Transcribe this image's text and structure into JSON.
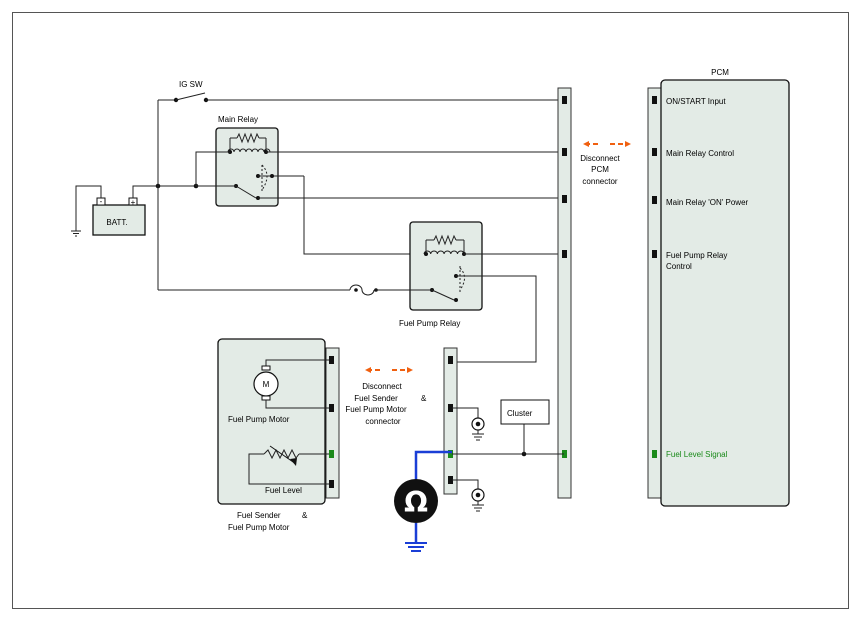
{
  "labels": {
    "ig_sw": "IG SW",
    "main_relay": "Main Relay",
    "batt": "BATT.",
    "batt_neg": "-",
    "batt_pos": "+",
    "pcm": "PCM",
    "disconnect_pcm_1": "Disconnect",
    "disconnect_pcm_2": "PCM",
    "disconnect_pcm_3": "connector",
    "fuel_pump_relay": "Fuel Pump Relay",
    "motor_m": "M",
    "fuel_pump_motor": "Fuel Pump Motor",
    "fuel_level": "Fuel Level",
    "disconnect_sender_1": "Disconnect",
    "disconnect_sender_2": "Fuel Sender",
    "disconnect_sender_amp": "&",
    "disconnect_sender_3": "Fuel Pump Motor",
    "disconnect_sender_4": "connector",
    "cluster": "Cluster",
    "sender_caption_1": "Fuel Sender",
    "sender_caption_amp": "&",
    "sender_caption_2": "Fuel Pump Motor",
    "ohm": "Ω"
  },
  "pcm_pins": {
    "on_start": "ON/START Input",
    "main_relay_control": "Main Relay Control",
    "main_relay_on_power": "Main Relay 'ON' Power",
    "fuel_pump_relay_control_1": "Fuel Pump Relay",
    "fuel_pump_relay_control_2": "Control",
    "fuel_level_signal": "Fuel Level Signal"
  },
  "colors": {
    "accent_arrow": "#f06010",
    "meter_wire": "#1a3ed6",
    "signal_pin": "#1a8a1a",
    "component_fill": "#e3ebe6"
  }
}
